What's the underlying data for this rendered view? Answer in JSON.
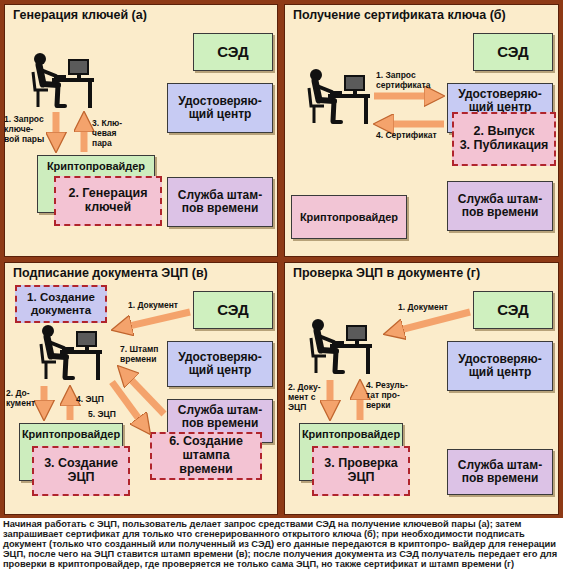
{
  "diagram": {
    "caption": "Начиная работать с ЭЦП, пользователь делает запрос средствами СЭД на получение ключевой пары (а); затем запрашивает сертификат для только что сгенерированного открытого ключа (б); при необходимости подписать документ (только что созданный или полученный из СЭД) его данные передаются в криптопро- вайдер для генерации ЭЦП, после чего на ЭЦП ставится штамп времени (в); после получения документа из СЭД получатель передает его для проверки в криптопровайдер, где проверяется не только сама ЭЦП, но также сертификат и штамп времени (г)",
    "nodes": [
      {
        "text": [
          "Генерация ключей (а)"
        ]
      },
      {
        "text": [
          "СЭД"
        ],
        "in": 0
      },
      {
        "text": [
          "Удостоверяю- щий центр"
        ],
        "in": 0
      },
      {
        "text": [
          "Криптопровайдер"
        ],
        "in": 0
      },
      {
        "text": [
          "2. Генерация ключей"
        ],
        "in": 3
      },
      {
        "text": [
          "Служба штам- пов времени"
        ],
        "in": 0
      },
      {
        "text": [
          "Получение сертификата ключа (б)"
        ]
      },
      {
        "text": [
          "СЭД"
        ],
        "in": 6
      },
      {
        "text": [
          "Удостоверяю- щий центр"
        ],
        "in": 6
      },
      {
        "text": [
          "2. Выпуск",
          "3. Публикация"
        ],
        "in": 8
      },
      {
        "text": [
          "Служба штам- пов времени"
        ],
        "in": 6
      },
      {
        "text": [
          "Криптопровайдер"
        ],
        "in": 6
      },
      {
        "text": [
          "Подписание документа ЭЦП (в)"
        ]
      },
      {
        "text": [
          "1. Создание документа"
        ],
        "in": 12
      },
      {
        "text": [
          "СЭД"
        ],
        "in": 12
      },
      {
        "text": [
          "Удостоверяю- щий центр"
        ],
        "in": 12
      },
      {
        "text": [
          "Служба штам- пов времени"
        ],
        "in": 12
      },
      {
        "text": [
          "6. Создание штампа времени"
        ],
        "in": 16
      },
      {
        "text": [
          "Криптопровайдер"
        ],
        "in": 12
      },
      {
        "text": [
          "3. Создание ЭЦП"
        ],
        "in": 18
      },
      {
        "text": [
          "Проверка ЭЦП в документе (г)"
        ]
      },
      {
        "text": [
          "СЭД"
        ],
        "in": 20
      },
      {
        "text": [
          "Удостоверяю- щий центр"
        ],
        "in": 20
      },
      {
        "text": [
          "Криптопровайдер"
        ],
        "in": 20
      },
      {
        "text": [
          "3. Проверка ЭЦП"
        ],
        "in": 23
      },
      {
        "text": [
          "Служба штам- пов времени"
        ],
        "in": 20
      }
    ],
    "labels": [
      "1. Запрос ключе- вой пары",
      "3. Клю- чевая пара",
      "1. Запрос сертификата",
      "4. Сертификат",
      "1. Документ",
      "7. Штамп времени",
      "2. До- кумент",
      "4. ЭЦП",
      "5. ЭЦП",
      "1. Документ",
      "2. Доку- мент с ЭЦП",
      "4. Резуль- тат про- верки"
    ]
  }
}
